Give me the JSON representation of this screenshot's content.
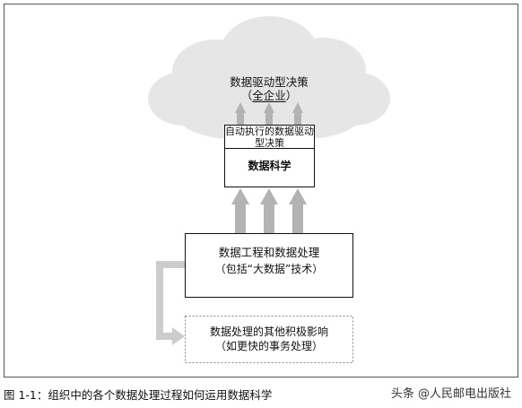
{
  "cloud": {
    "title": "数据驱动型决策",
    "subtitle_open": "（",
    "subtitle_text": "全企业",
    "subtitle_close": "）"
  },
  "data_science_box": {
    "top_label": "自动执行的数据驱动型决策",
    "main_label": "数据科学"
  },
  "data_engineering_box": {
    "title": "数据工程和数据处理",
    "subtitle": "（包括“大数据”技术）"
  },
  "impact_box": {
    "title": "数据处理的其他积极影响",
    "subtitle": "（如更快的事务处理）"
  },
  "caption": "图 1-1：组织中的各个数据处理过程如何运用数据科学",
  "watermark": "头条 @人民邮电出版社",
  "colors": {
    "arrow": "#b3b3b3",
    "box_border": "#111111",
    "cloud_fill": "#e6e6e6",
    "dashed_border": "#8a8a8a"
  }
}
